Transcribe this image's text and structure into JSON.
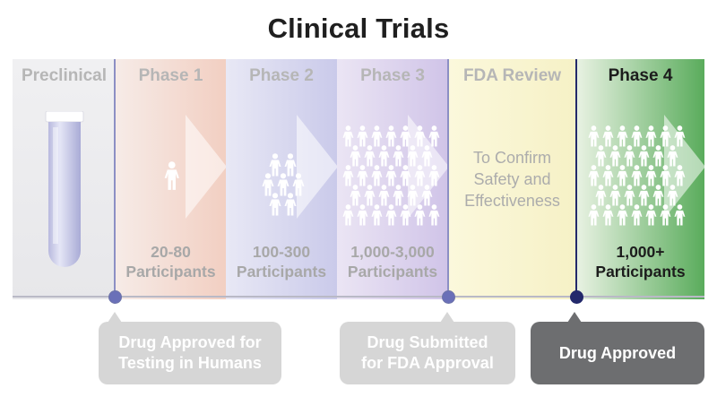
{
  "title": "Clinical Trials",
  "stages": [
    {
      "id": "preclinical",
      "label": "Preclinical"
    },
    {
      "id": "phase1",
      "label": "Phase 1",
      "count_line1": "20-80",
      "count_line2": "Participants"
    },
    {
      "id": "phase2",
      "label": "Phase 2",
      "count_line1": "100-300",
      "count_line2": "Participants"
    },
    {
      "id": "phase3",
      "label": "Phase 3",
      "count_line1": "1,000-3,000",
      "count_line2": "Participants"
    },
    {
      "id": "fda",
      "label": "FDA Review",
      "note_line1": "To Confirm",
      "note_line2": "Safety and",
      "note_line3": "Effectiveness"
    },
    {
      "id": "phase4",
      "label": "Phase 4",
      "count_line1": "1,000+",
      "count_line2": "Participants"
    }
  ],
  "milestones": [
    {
      "line1": "Drug Approved for",
      "line2": "Testing in Humans"
    },
    {
      "line1": "Drug Submitted",
      "line2": "for FDA Approval"
    },
    {
      "line1": "Drug Approved"
    }
  ],
  "colors": {
    "title": "#1f1f1f",
    "preclinical": "#e9e9ec",
    "phase1": "#f2cfc2",
    "phase2": "#cacaea",
    "phase3": "#d0c4e8",
    "fda": "#f6f1c6",
    "phase4": "#5aac5c",
    "milestone_line": "#8c8fc4",
    "milestone_line_active": "#23296b",
    "callout_faded": "#d6d6d6",
    "callout_active": "#6d6e70"
  },
  "icons": {
    "test_tube": "test-tube-icon",
    "person": "person-icon"
  }
}
